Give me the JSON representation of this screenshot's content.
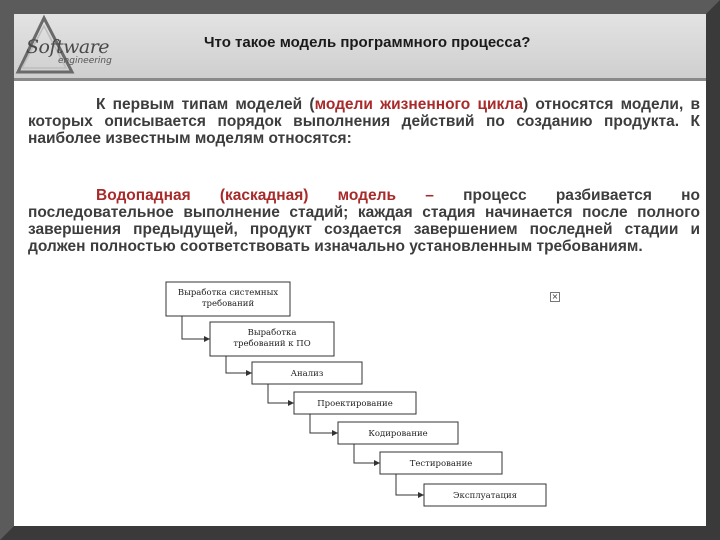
{
  "logo": {
    "line1": "Software",
    "line2": "engineering"
  },
  "header": {
    "title": "Что такое модель программного процесса?"
  },
  "intro": {
    "part1": "К первым типам моделей (",
    "highlight": "модели жизненного цикла",
    "part2": ") относятся модели, в которых описывается порядок выполнения действий по созданию продукта. К наиболее известным моделям относятся:"
  },
  "waterfall": {
    "term": "Водопадная (каскадная) модель",
    "dash": " – ",
    "text": "процесс разбивается но последовательное выполнение стадий; каждая стадия начинается после полного завершения предыдущей, продукт создается завершением последней стадии и должен полностью соответствовать изначально установленным требованиям."
  },
  "broken_image_glyph": "×",
  "stages": [
    {
      "line1": "Выработка системных",
      "line2": "требований"
    },
    {
      "line1": "Выработка",
      "line2": "требований к ПО"
    },
    {
      "line1": "Анализ",
      "line2": ""
    },
    {
      "line1": "Проектирование",
      "line2": ""
    },
    {
      "line1": "Кодирование",
      "line2": ""
    },
    {
      "line1": "Тестирование",
      "line2": ""
    },
    {
      "line1": "Эксплуатация",
      "line2": ""
    }
  ]
}
